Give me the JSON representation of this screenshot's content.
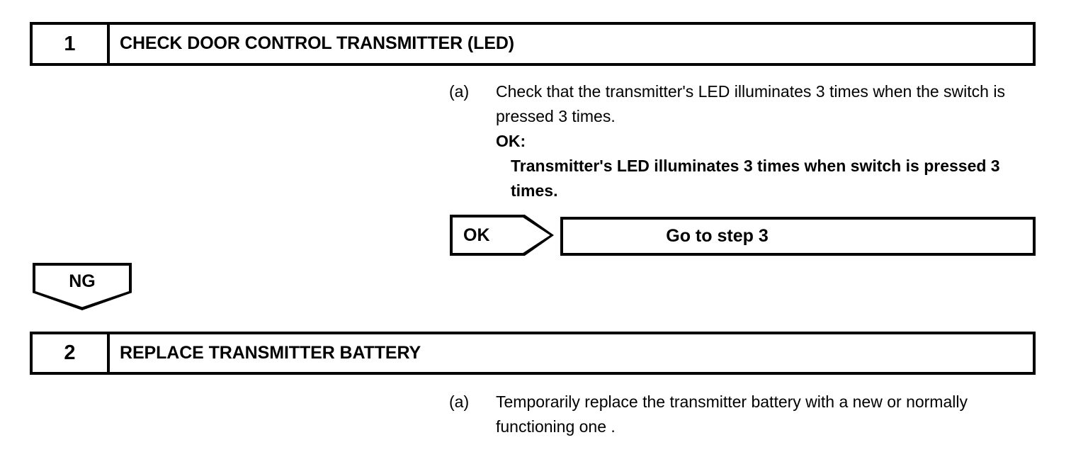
{
  "document": {
    "type": "diagnostic-troubleshooting-flowchart"
  },
  "steps": [
    {
      "number": "1",
      "title": "CHECK DOOR CONTROL TRANSMITTER (LED)",
      "procedure_label": "(a)",
      "procedure_text": "Check that the transmitter's LED illuminates 3 times when the switch is pressed 3 times.",
      "ok_label": "OK:",
      "ok_criteria": "Transmitter's LED illuminates 3 times when switch is pressed 3 times."
    },
    {
      "number": "2",
      "title": "REPLACE TRANSMITTER BATTERY",
      "procedure_label": "(a)",
      "procedure_text": "Temporarily replace the transmitter battery with a new or normally functioning one ."
    }
  ],
  "branches": {
    "ok": {
      "label": "OK",
      "result": "Go to step 3"
    },
    "ng": {
      "label": "NG"
    }
  }
}
